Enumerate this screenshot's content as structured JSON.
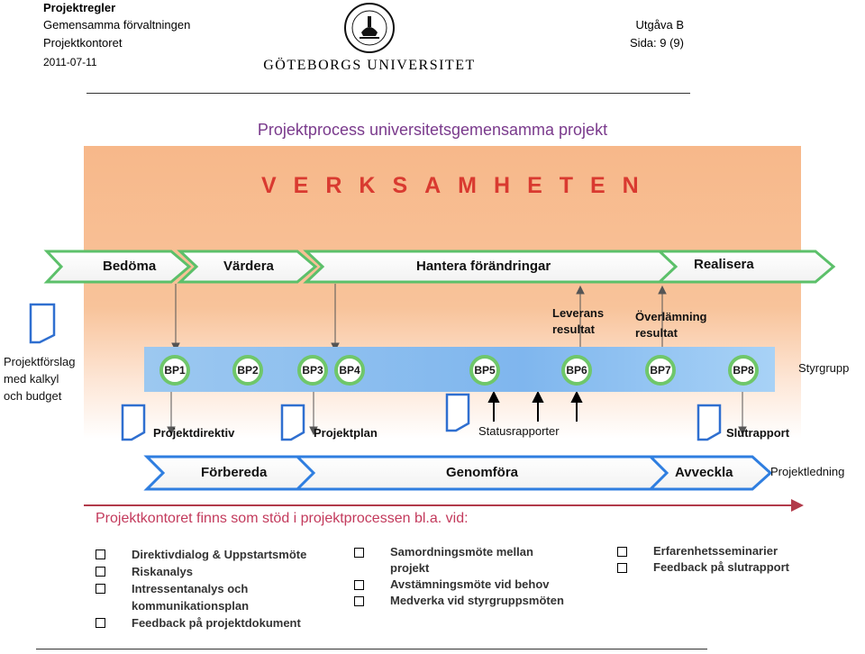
{
  "header": {
    "doc_type": "Projektregler",
    "org": "Gemensamma förvaltningen",
    "office": "Projektkontoret",
    "date": "2011-07-11",
    "edition": "Utgåva B",
    "page": "Sida: 9 (9)",
    "university": "GÖTEBORGS UNIVERSITET"
  },
  "title": "Projektprocess universitetsgemensamma projekt",
  "verksamheten": "VERKSAMHETEN",
  "upper_phases": [
    "Bedöma",
    "Värdera",
    "Hantera förändringar",
    "Realisera"
  ],
  "milestone_notes": [
    "Leverans resultat",
    "Överlämning resultat"
  ],
  "proposal_lines": [
    "Projektförslag",
    "med kalkyl",
    "och budget"
  ],
  "bp_labels": [
    "BP1",
    "BP2",
    "BP3",
    "BP4",
    "BP5",
    "BP6",
    "BP7",
    "BP8"
  ],
  "styrgrupp": "Styrgrupp",
  "documents": [
    "Projektdirektiv",
    "Projektplan",
    "Statusrapporter",
    "Slutrapport"
  ],
  "lower_phases": [
    "Förbereda",
    "Genomföra",
    "Avveckla"
  ],
  "projektledning": "Projektledning",
  "support_heading": "Projektkontoret finns som stöd i projektprocessen bl.a. vid:",
  "support_columns": [
    [
      "Direktivdialog & Uppstartsmöte",
      "Riskanalys",
      "Intressentanalys och kommunikationsplan",
      "Feedback på projektdokument"
    ],
    [
      "Samordningsmöte mellan projekt",
      "Avstämningsmöte vid behov",
      "Medverka vid styrgruppsmöten"
    ],
    [
      "Erfarenhetsseminarier",
      "Feedback på slutrapport"
    ]
  ],
  "colors": {
    "title": "#7a3a8c",
    "verksamheten": "#d93a30",
    "arrow_green": "#5cc06a",
    "arrow_blue": "#2f7ee0",
    "accent_red": "#c33a5c"
  }
}
